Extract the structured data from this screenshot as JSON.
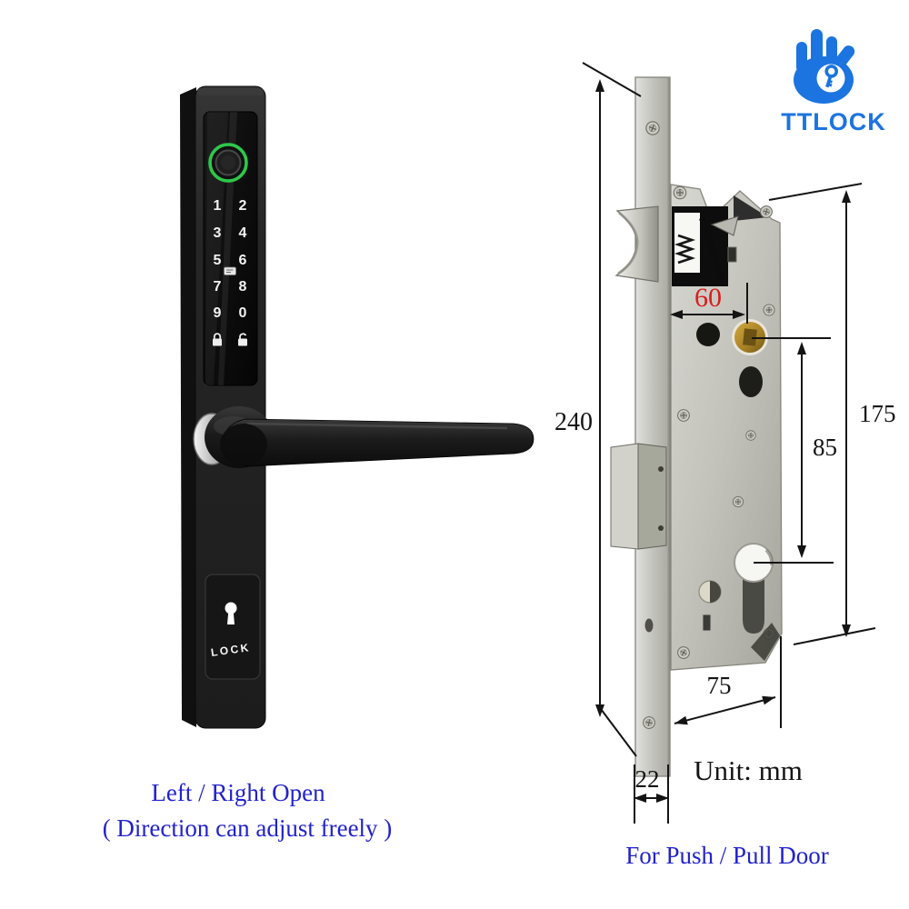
{
  "brand": {
    "name": "TTLOCK"
  },
  "smart_lock": {
    "keypad": {
      "rows": [
        [
          "1",
          "2"
        ],
        [
          "3",
          "4"
        ],
        [
          "5",
          "6"
        ],
        [
          "7",
          "8"
        ],
        [
          "9",
          "0"
        ]
      ]
    },
    "panel_label": "LOCK"
  },
  "dimensions": {
    "overall_height": "240",
    "backset": "60",
    "cylinder_span": "175",
    "center_distance": "85",
    "body_width": "75",
    "faceplate_width": "22"
  },
  "captions": {
    "unit": "Unit: mm",
    "left_line1": "Left / Right Open",
    "left_line2": "( Direction can adjust freely )",
    "right_line": "For Push / Pull Door"
  },
  "icons": [
    "hand-key-logo",
    "fingerprint-sensor",
    "rfid-card-icon",
    "lock-closed-icon",
    "lock-open-icon",
    "keyhole-icon"
  ],
  "colors": {
    "caption_blue": "#2222cc",
    "dimension_red": "#d91c1c",
    "brand_blue": "#1b74e0",
    "green_ring": "#2ec84a",
    "brass": "#b5912f"
  }
}
